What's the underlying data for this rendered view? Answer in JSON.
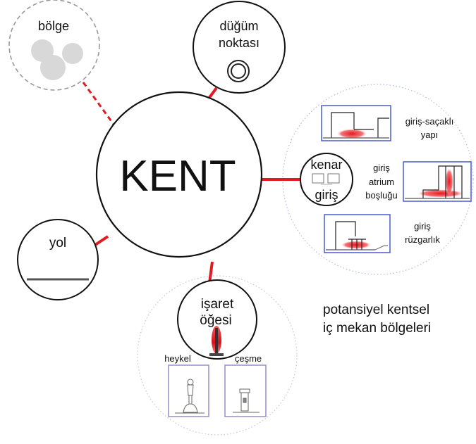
{
  "diagram": {
    "center": {
      "label": "KENT"
    },
    "region": {
      "label": "bölge"
    },
    "node": {
      "line1": "düğüm",
      "line2": "noktası"
    },
    "road": {
      "label": "yol"
    },
    "landmark": {
      "line1": "işaret",
      "line2": "öğesi",
      "sub": [
        {
          "label": "heykel"
        },
        {
          "label": "çeşme"
        }
      ]
    },
    "edge": {
      "line1": "kenar",
      "line2": "giriş",
      "sub": [
        {
          "lines": [
            "giriş-saçaklı",
            "yapı"
          ]
        },
        {
          "lines": [
            "giriş",
            "atrium",
            "boşluğu"
          ]
        },
        {
          "lines": [
            "giriş",
            "rüzgarlık"
          ]
        }
      ]
    },
    "caption": {
      "line1": "potansiyel kentsel",
      "line2": "iç mekan bölgeleri"
    },
    "colors": {
      "connector": "#e01b24",
      "outline": "#111111",
      "dotted": "#b9bedf",
      "frame_blue": "#4a5bd0",
      "frame_purple": "#9a8cc9",
      "heat": "#e8141c"
    }
  }
}
